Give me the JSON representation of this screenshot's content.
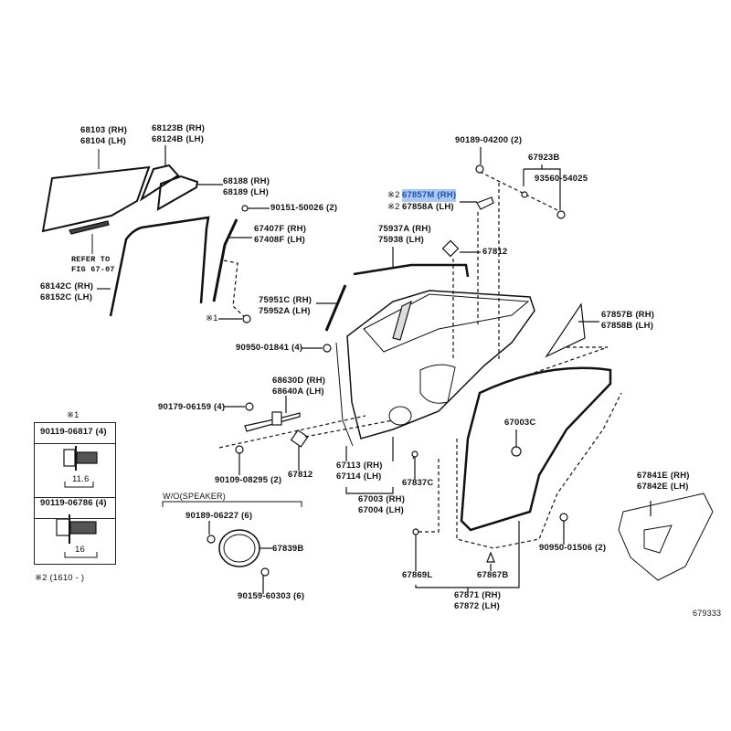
{
  "labels": {
    "glass_main": [
      "68103 (RH)",
      "68104 (LH)"
    ],
    "quarter_glass": [
      "68123B (RH)",
      "68124B (LH)"
    ],
    "quarter_weatherstrip": [
      "68188 (RH)",
      "68189 (LH)"
    ],
    "screw_top": "90151-50026 (2)",
    "division_bar": [
      "67407F (RH)",
      "67408F (LH)"
    ],
    "refer_to": [
      "REFER TO",
      "FIG 67-07"
    ],
    "run_channel": [
      "68142C (RH)",
      "68152C (LH)"
    ],
    "mark1_ref": "※1",
    "molding_frame": [
      "75951C (RH)",
      "75952A (LH)"
    ],
    "nut_01841": "90950-01841 (4)",
    "check_assy": [
      "68630D (RH)",
      "68640A (LH)"
    ],
    "bolt_06159": "90179-06159 (4)",
    "bolt_08295": "90109-08295 (2)",
    "seal_67812_lower": "67812",
    "panel": [
      "67113 (RH)",
      "67114 (LH)"
    ],
    "door_assy": [
      "67003 (RH)",
      "67004 (LH)"
    ],
    "clip_67837C": "67837C",
    "wo_speaker": "W/O(SPEAKER)",
    "screw_06227": "90189-06227 (6)",
    "speaker_cover": "67839B",
    "screw_60303": "90159-60303 (6)",
    "screw_04200": "90189-04200 (2)",
    "part_67923B": "67923B",
    "part_93560": "93560-54025",
    "mark2": "※2",
    "part_67857M": "67857M (RH)",
    "part_67858A": "67858A (LH)",
    "outside_molding": [
      "75937A (RH)",
      "75938 (LH)"
    ],
    "seal_67812_upper": "67812",
    "garnish": [
      "67857B (RH)",
      "67858B (LH)"
    ],
    "part_67003C": "67003C",
    "nut_01506": "90950-01506 (2)",
    "clip_67869L": "67869L",
    "clip_67867B": "67867B",
    "weatherstrip": [
      "67871 (RH)",
      "67872 (LH)"
    ],
    "service_hole_cover": [
      "67841E (RH)",
      "67842E (LH)"
    ],
    "figure_number": "679333"
  },
  "legend_box": {
    "title": "※1",
    "rows": [
      {
        "part": "90119-06817 (4)",
        "length": "11.6"
      },
      {
        "part": "90119-06786 (4)",
        "length": "16"
      }
    ],
    "note": "※2 (1610 -     )"
  },
  "colors": {
    "highlight_bg": "#a9c9f3",
    "highlight_text": "#1c4fb4",
    "ink": "#111111"
  }
}
